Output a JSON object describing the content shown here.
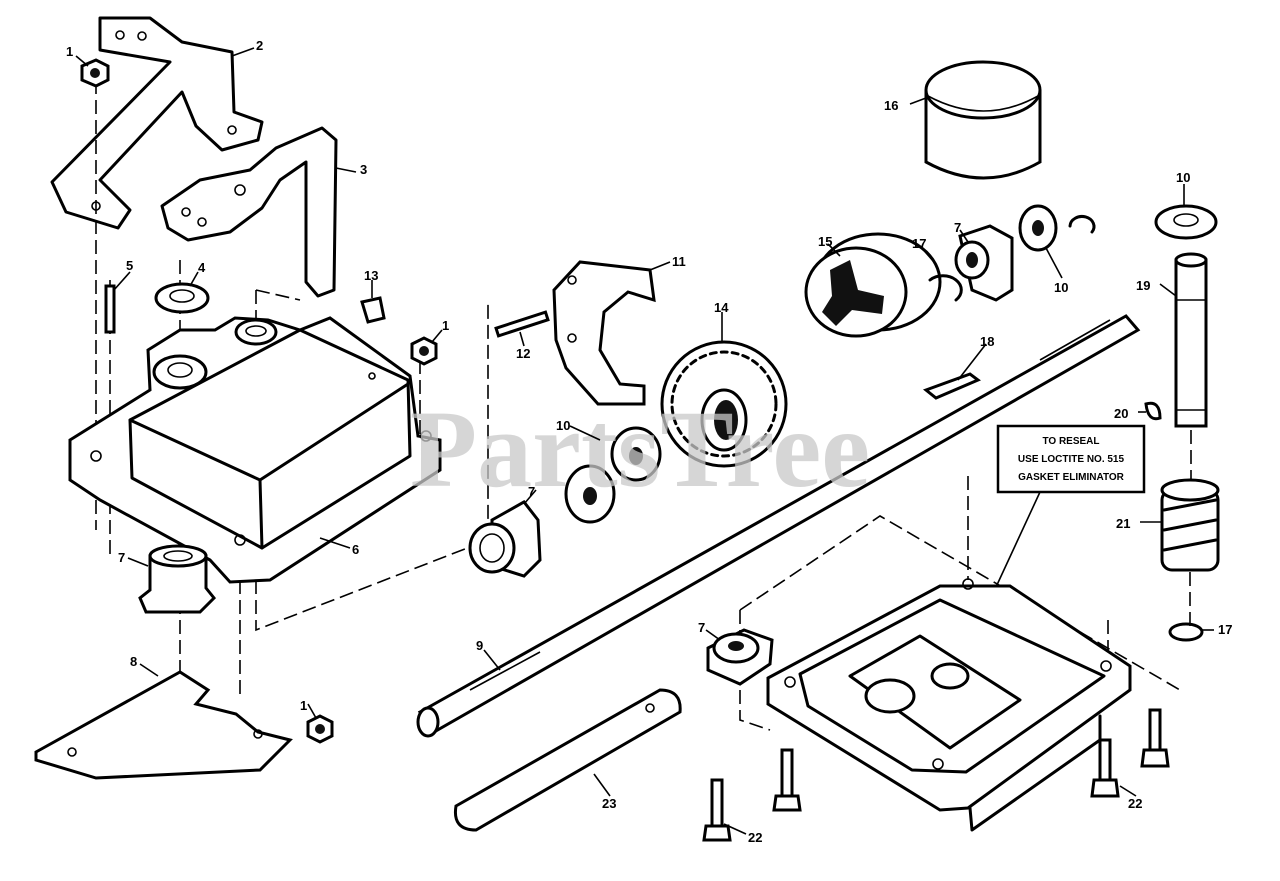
{
  "watermark": "PartsTree",
  "note": {
    "line1": "TO RESEAL",
    "line2": "USE LOCTITE NO. 515",
    "line3": "GASKET ELIMINATOR"
  },
  "labels": {
    "p1a": "1",
    "p2": "2",
    "p3": "3",
    "p4": "4",
    "p5": "5",
    "p13": "13",
    "p1b": "1",
    "p6": "6",
    "p7a": "7",
    "p8": "8",
    "p1c": "1",
    "p11": "11",
    "p12": "12",
    "p14": "14",
    "p10a": "10",
    "p7b": "7",
    "p9": "9",
    "p23": "23",
    "p7c": "7",
    "p22a": "22",
    "p15": "15",
    "p16": "16",
    "p17a": "17",
    "p7d": "7",
    "p10b": "10",
    "p18": "18",
    "p10c": "10",
    "p19": "19",
    "p20": "20",
    "p21": "21",
    "p17b": "17",
    "p22b": "22"
  }
}
